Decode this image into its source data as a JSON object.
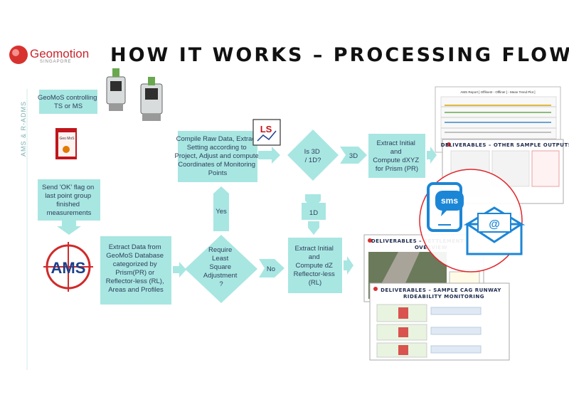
{
  "header": {
    "brand": "Geomotion",
    "brand_sub": "SINGAPORE",
    "title": "HOW IT WORKS – PROCESSING FLOWS",
    "side_label": "AMS & R-ADMS"
  },
  "icons": {
    "ams_logo_text": "AMS",
    "ls_logo_text": "LS",
    "sms_text": "sms",
    "geomos_text": "Geo MoS"
  },
  "flow": {
    "geomos": [
      "GeoMoS controlling",
      "TS or MS"
    ],
    "send_ok": [
      "Send 'OK' flag on",
      "last point group",
      "finished",
      "measurements"
    ],
    "extract_db": [
      "Extract Data from",
      "GeoMoS Database",
      "categorized by",
      "Prism(PR) or",
      "Reflector-less (RL),",
      "Areas and Profiles"
    ],
    "require_lsa": [
      "Require",
      "Least",
      "Square",
      "Adjustment",
      "?"
    ],
    "no_label": "No",
    "yes_label": "Yes",
    "extract_dz": [
      "Extract Initial",
      "and",
      "Compute dZ",
      "Reflector-less",
      "(RL)"
    ],
    "compile": [
      "Compile Raw Data, Extract",
      "Setting according to",
      "Project, Adjust and compute",
      "Coordinates of Monitoring",
      "Points"
    ],
    "is3d": [
      "Is 3D",
      "/ 1D?"
    ],
    "label_3d": "3D",
    "label_1d": "1D",
    "extract_dxyz": [
      "Extract Initial",
      "and",
      "Compute dXYZ",
      "for Prism (PR)"
    ]
  },
  "deliverables": {
    "trend_title": "AMS Report [ OfflineI2 - OfflineI ] - Mean Trend Plot ]",
    "other_outputs": "DELIVERABLES – OTHER SAMPLE OUTPUTS",
    "settlement": "DELIVERABLES – SETTLEMENT & S",
    "settlement_2": "OVERVIEW",
    "runway": "DELIVERABLES – SAMPLE CAG RUNWAY",
    "runway_2": "RIDEABILITY MONITORING"
  },
  "colors": {
    "box_fill": "#a8e6e2",
    "box_stroke": "#7fcfcb",
    "text": "#2e3f5a",
    "brand_red": "#c9252c",
    "ring_red": "#e0262b",
    "sms_blue": "#1c86d6"
  }
}
